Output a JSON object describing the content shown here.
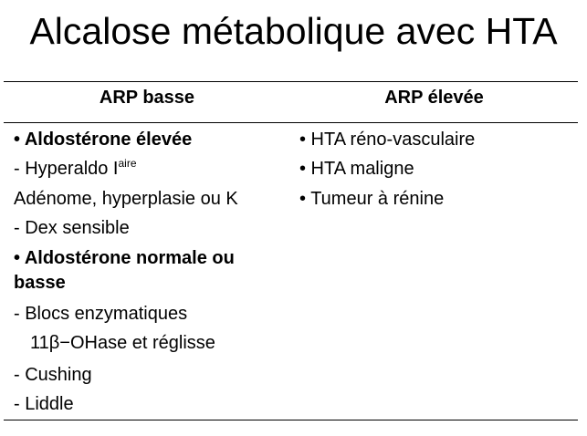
{
  "title": "Alcalose métabolique avec HTA",
  "columns": {
    "left_header": "ARP basse",
    "right_header": "ARP élevée"
  },
  "left_items": {
    "aldo_high": "• Aldostérone élevée",
    "hyperaldo_prefix": "- Hyperaldo I",
    "hyperaldo_sup": "aire",
    "adenome": "Adénome, hyperplasie ou K",
    "dex": "- Dex sensible",
    "aldo_low_1": "• Aldostérone normale ou",
    "aldo_low_2": "basse",
    "blocs": "- Blocs enzymatiques",
    "ohase": "11β−OHase et réglisse",
    "cushing": "- Cushing",
    "liddle": "- Liddle"
  },
  "right_items": {
    "reno": "• HTA réno-vasculaire",
    "maligne": "• HTA maligne",
    "tumeur": "• Tumeur à rénine"
  }
}
